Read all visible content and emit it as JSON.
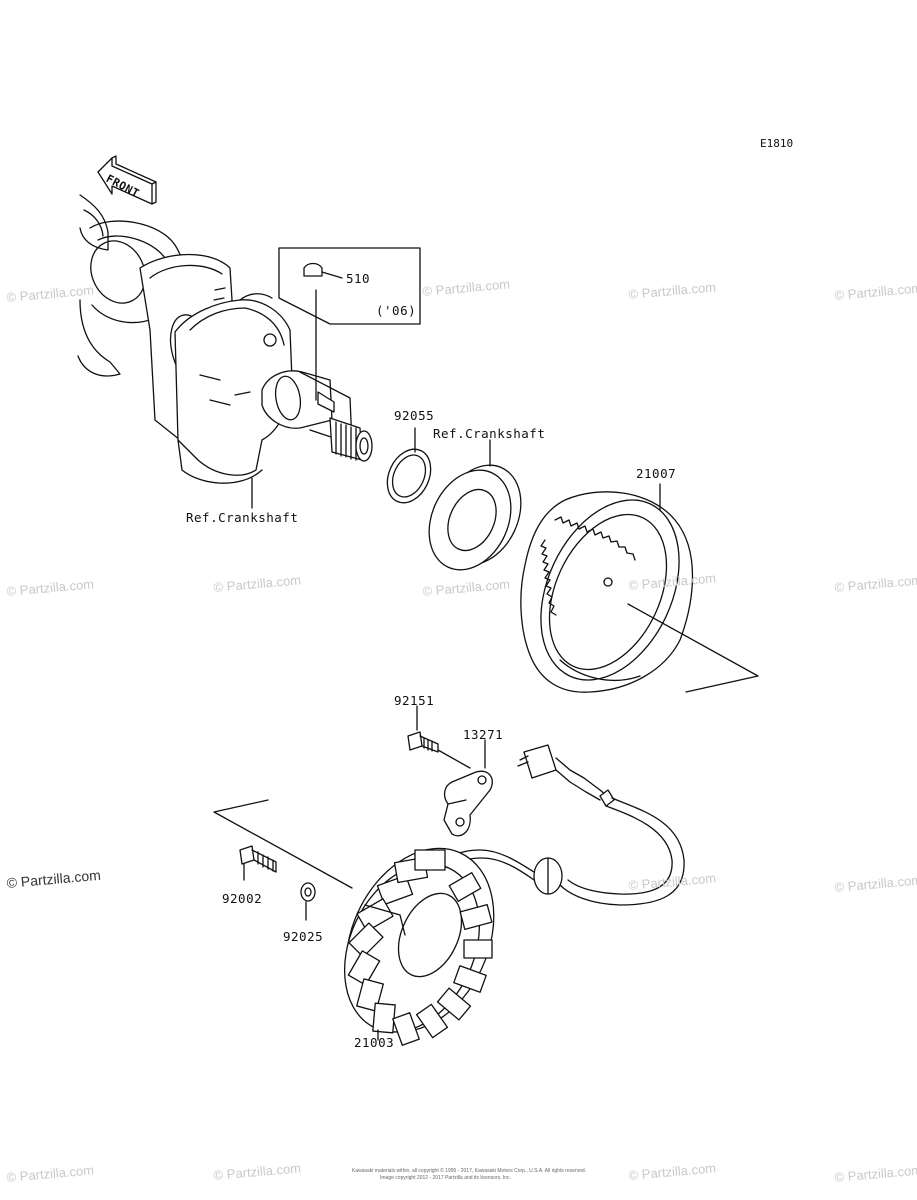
{
  "diagram": {
    "code": "E1810",
    "front_arrow": "FRONT",
    "key_year": "('06)",
    "parts": {
      "p510": "510",
      "p92055": "92055",
      "ref_crank_right": "Ref.Crankshaft",
      "ref_crank_left": "Ref.Crankshaft",
      "p21007": "21007",
      "p92151": "92151",
      "p13271": "13271",
      "p92002": "92002",
      "p92025": "92025",
      "p21003": "21003"
    },
    "watermark": "© Partzilla.com",
    "footer_line1": "Kawasaki materials within, all copyright © 1995 - 2017, Kawasaki Motors Corp., U.S.A. All rights reserved.",
    "footer_line2": "Image copyright 2012 - 2017 Partzilla and its licensors, Inc."
  }
}
